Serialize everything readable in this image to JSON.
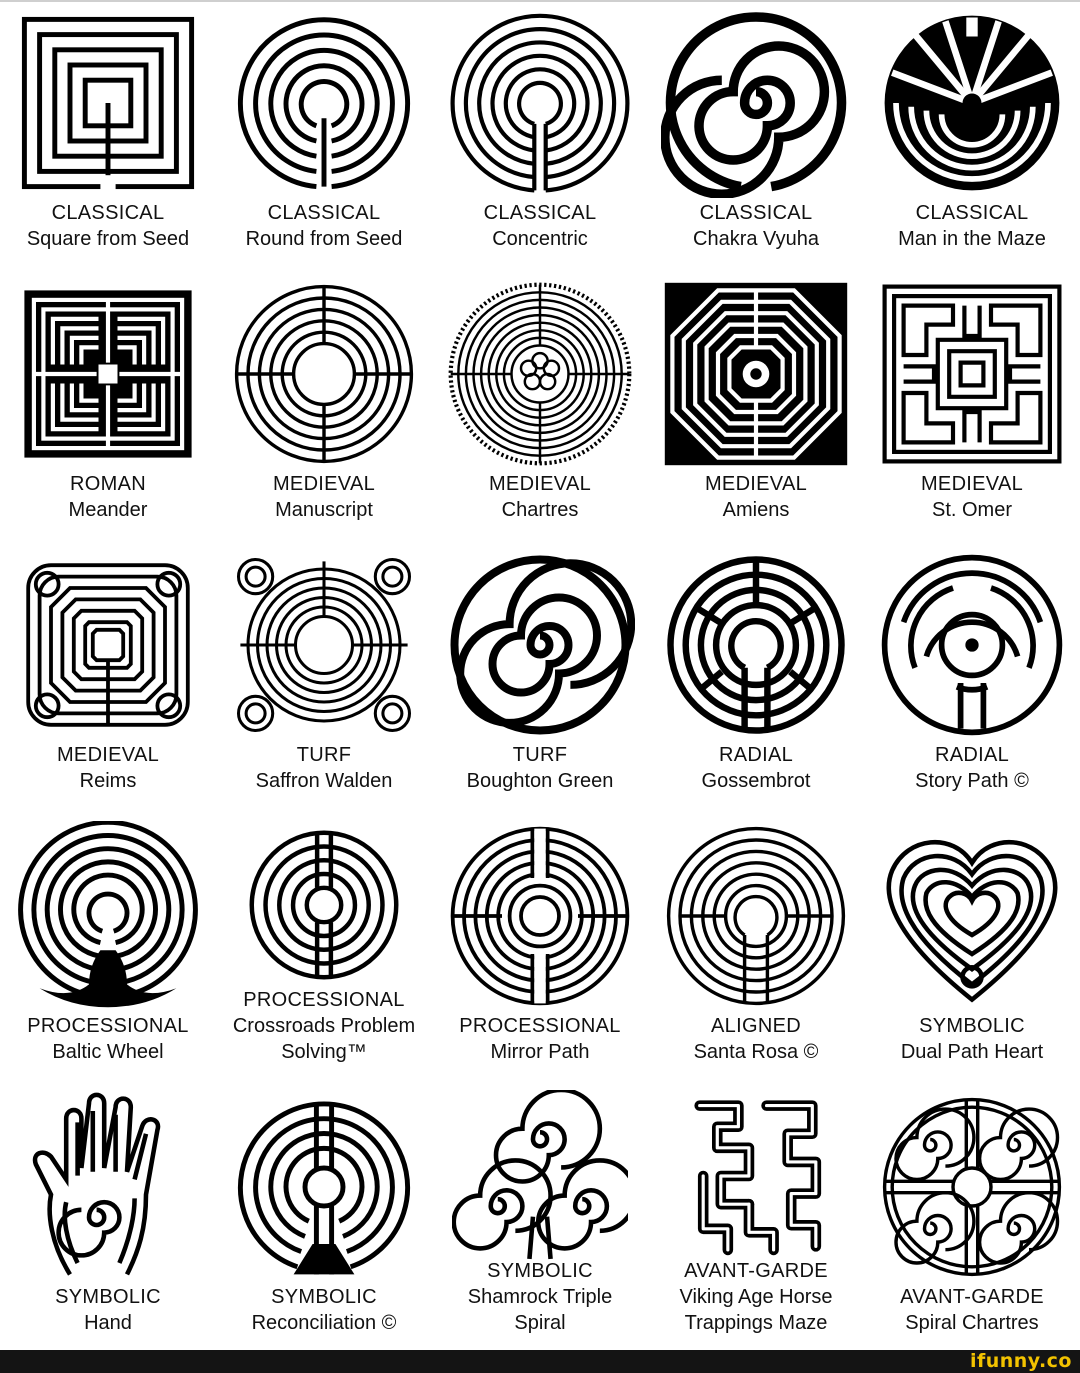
{
  "mazes": [
    {
      "type": "CLASSICAL",
      "name": "Square from Seed",
      "icon": "square-maze-icon"
    },
    {
      "type": "CLASSICAL",
      "name": "Round from Seed",
      "icon": "round-seed-maze-icon"
    },
    {
      "type": "CLASSICAL",
      "name": "Concentric",
      "icon": "concentric-maze-icon"
    },
    {
      "type": "CLASSICAL",
      "name": "Chakra Vyuha",
      "icon": "chakra-spiral-maze-icon"
    },
    {
      "type": "CLASSICAL",
      "name": "Man in the Maze",
      "icon": "man-in-maze-icon"
    },
    {
      "type": "ROMAN",
      "name": "Meander",
      "icon": "roman-square-maze-icon"
    },
    {
      "type": "MEDIEVAL",
      "name": "Manuscript",
      "icon": "manuscript-maze-icon"
    },
    {
      "type": "MEDIEVAL",
      "name": "Chartres",
      "icon": "chartres-maze-icon"
    },
    {
      "type": "MEDIEVAL",
      "name": "Amiens",
      "icon": "amiens-octagon-maze-icon"
    },
    {
      "type": "MEDIEVAL",
      "name": "St. Omer",
      "icon": "st-omer-maze-icon"
    },
    {
      "type": "MEDIEVAL",
      "name": "Reims",
      "icon": "reims-maze-icon"
    },
    {
      "type": "TURF",
      "name": "Saffron Walden",
      "icon": "saffron-walden-maze-icon"
    },
    {
      "type": "TURF",
      "name": "Boughton Green",
      "icon": "boughton-green-maze-icon"
    },
    {
      "type": "RADIAL",
      "name": "Gossembrot",
      "icon": "gossembrot-maze-icon"
    },
    {
      "type": "RADIAL",
      "name": "Story Path ©",
      "icon": "story-path-maze-icon"
    },
    {
      "type": "PROCESSIONAL",
      "name": "Baltic Wheel",
      "icon": "baltic-wheel-maze-icon"
    },
    {
      "type": "PROCESSIONAL",
      "name": "Crossroads Problem Solving™",
      "icon": "crossroads-maze-icon"
    },
    {
      "type": "PROCESSIONAL",
      "name": "Mirror Path",
      "icon": "mirror-path-maze-icon"
    },
    {
      "type": "ALIGNED",
      "name": "Santa Rosa ©",
      "icon": "santa-rosa-maze-icon"
    },
    {
      "type": "SYMBOLIC",
      "name": "Dual Path Heart",
      "icon": "heart-maze-icon"
    },
    {
      "type": "SYMBOLIC",
      "name": "Hand",
      "icon": "hand-maze-icon"
    },
    {
      "type": "SYMBOLIC",
      "name": "Reconciliation ©",
      "icon": "reconciliation-maze-icon"
    },
    {
      "type": "SYMBOLIC",
      "name": "Shamrock Triple Spiral",
      "icon": "shamrock-maze-icon"
    },
    {
      "type": "AVANT-GARDE",
      "name": "Viking Age Horse Trappings Maze",
      "icon": "viking-maze-icon"
    },
    {
      "type": "AVANT-GARDE",
      "name": "Spiral Chartres",
      "icon": "spiral-chartres-maze-icon"
    }
  ],
  "footer": {
    "logo": "ifunny.co",
    "logo_color": "#f3c300",
    "bar_color": "#141414"
  }
}
